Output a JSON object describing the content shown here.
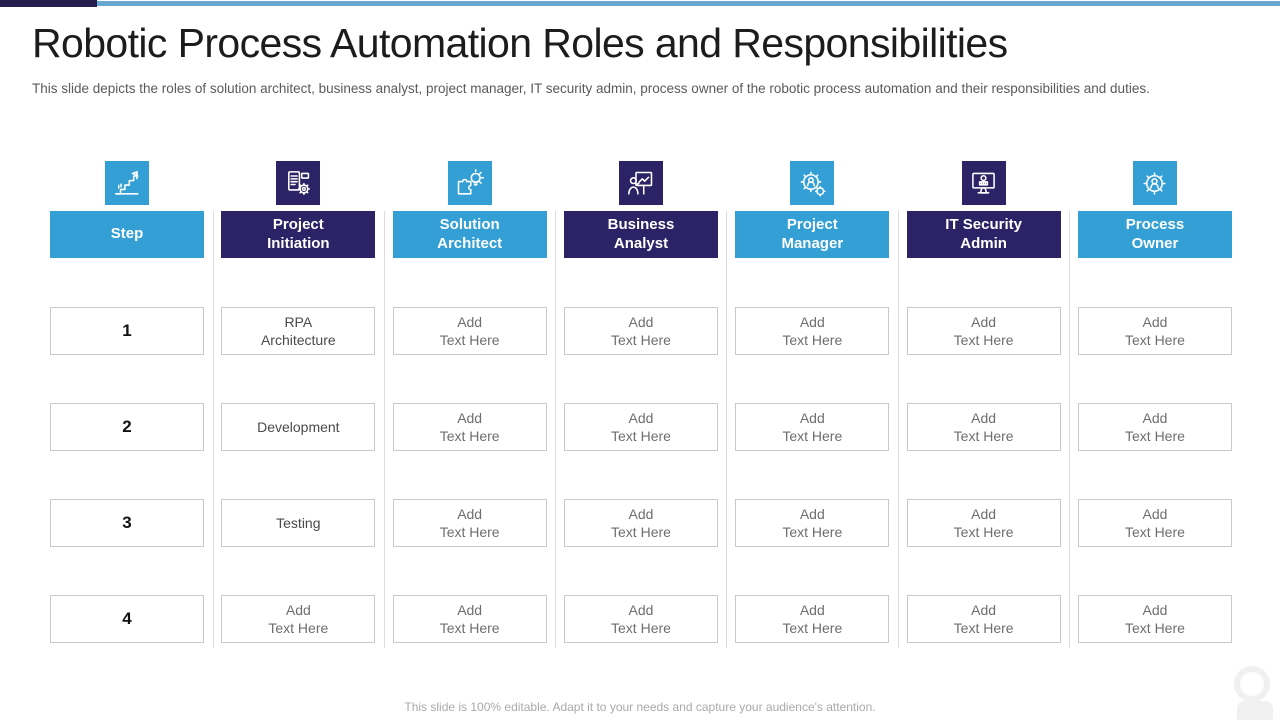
{
  "slide": {
    "title": "Robotic Process Automation Roles and Responsibilities",
    "subtitle": "This slide depicts the roles of solution architect, business analyst, project manager, IT security admin, process owner of the robotic process automation and their responsibilities and duties.",
    "footer_note": "This slide is 100% editable. Adapt it to your needs and capture your audience's attention."
  },
  "colors": {
    "accent_blue": "#339fd4",
    "accent_navy": "#2b2365",
    "topbar_navy": "#261d4f",
    "topbar_blue": "#68a7cf",
    "cell_border": "#c9c9c9",
    "placeholder_text": "#6e6e6e"
  },
  "table": {
    "columns": [
      {
        "label": "Step",
        "theme": "blue",
        "icon": "steps-flag-icon",
        "style": "number",
        "cells": [
          "1",
          "2",
          "3",
          "4"
        ]
      },
      {
        "label": "Project\nInitiation",
        "theme": "navy",
        "icon": "document-gear-icon",
        "style": "text",
        "cells": [
          "RPA\nArchitecture",
          "Development",
          "Testing",
          "Add\nText Here"
        ]
      },
      {
        "label": "Solution\nArchitect",
        "theme": "blue",
        "icon": "puzzle-bulb-icon",
        "style": "text",
        "cells": [
          "Add\nText Here",
          "Add\nText Here",
          "Add\nText Here",
          "Add\nText Here"
        ]
      },
      {
        "label": "Business\nAnalyst",
        "theme": "navy",
        "icon": "presenter-board-icon",
        "style": "text",
        "cells": [
          "Add\nText Here",
          "Add\nText Here",
          "Add\nText Here",
          "Add\nText Here"
        ]
      },
      {
        "label": "Project\nManager",
        "theme": "blue",
        "icon": "gear-person-icon",
        "style": "text",
        "cells": [
          "Add\nText Here",
          "Add\nText Here",
          "Add\nText Here",
          "Add\nText Here"
        ]
      },
      {
        "label": "IT Security\nAdmin",
        "theme": "navy",
        "icon": "monitor-user-icon",
        "style": "text",
        "cells": [
          "Add\nText Here",
          "Add\nText Here",
          "Add\nText Here",
          "Add\nText Here"
        ]
      },
      {
        "label": "Process\nOwner",
        "theme": "blue",
        "icon": "gear-user-icon",
        "style": "text",
        "cells": [
          "Add\nText Here",
          "Add\nText Here",
          "Add\nText Here",
          "Add\nText Here"
        ]
      }
    ]
  }
}
